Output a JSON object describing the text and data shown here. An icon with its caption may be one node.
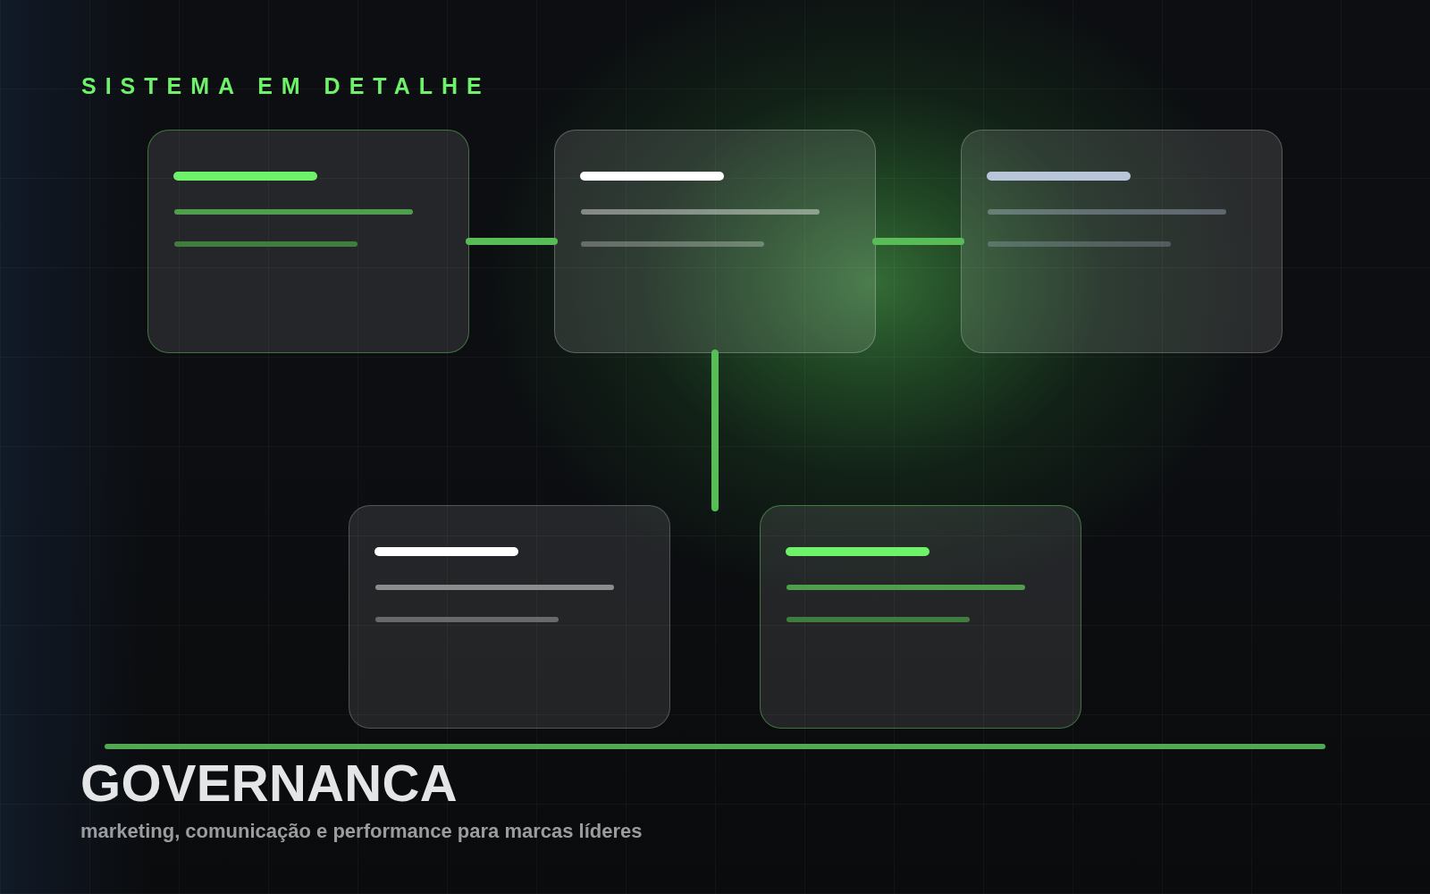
{
  "diagram": {
    "title": "GOVERNANCA",
    "caption": "marketing, comunicação e performance para marcas líderes",
    "nodes": [
      {
        "text": [],
        "shape": "box"
      },
      {
        "text": [],
        "shape": "box"
      },
      {
        "text": [],
        "shape": "box"
      },
      {
        "text": [],
        "shape": "box"
      },
      {
        "text": [],
        "shape": "box"
      }
    ],
    "edges": [
      {
        "from": 0,
        "to": 1,
        "arrow": "none"
      },
      {
        "from": 1,
        "to": 2,
        "arrow": "none"
      },
      {
        "from": 1,
        "to": null,
        "arrow": "none"
      }
    ],
    "labels": [
      "SISTEMA EM DETALHE"
    ]
  }
}
